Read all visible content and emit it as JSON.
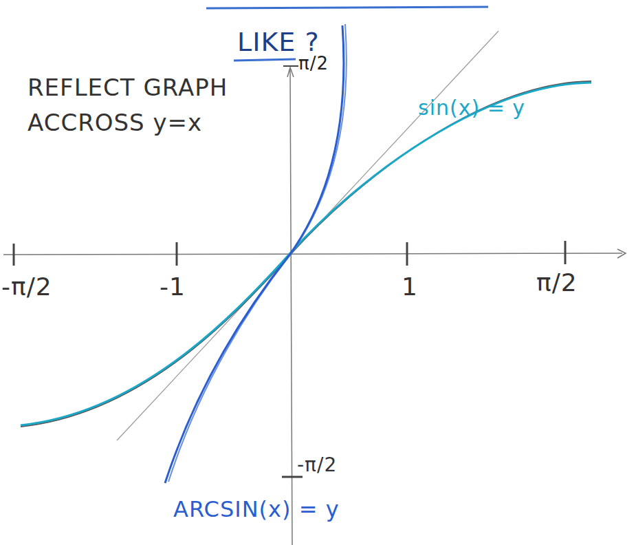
{
  "diagram": {
    "labels": [
      "LIKE ?",
      "π/2",
      "REFLECT GRAPH ACCROSS y=x",
      "sin(x) = y",
      "-π/2",
      "-1",
      "1",
      "π/2",
      "-π/2",
      "ARCSIN(x) = y"
    ]
  }
}
